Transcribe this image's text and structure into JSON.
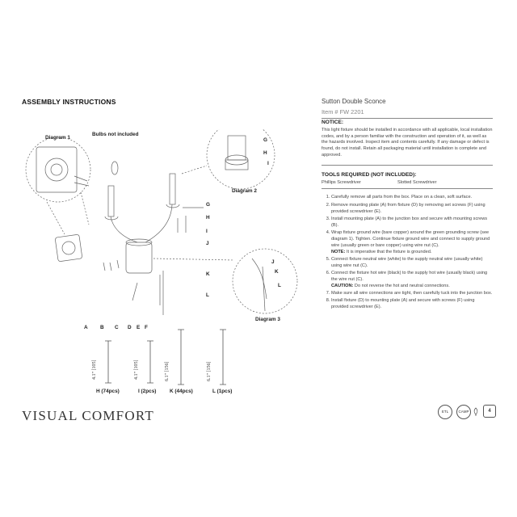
{
  "header": {
    "title": "ASSEMBLY INSTRUCTIONS",
    "product_name": "Sutton Double Sconce",
    "item_number": "Item # FW 2201"
  },
  "notice": {
    "title": "NOTICE:",
    "text": "This light fixture should be installed in accordance with all applicable, local installation codes, and by a person familiar with the construction and operation of it, as well as the hazards involved. Inspect item and contents carefully. If any damage or defect is found, do not install. Retain all packaging material until installation is complete and approved."
  },
  "tools": {
    "title": "TOOLS REQUIRED (NOT INCLUDED):",
    "items": [
      "Phillips Screwdriver",
      "Slotted Screwdriver"
    ]
  },
  "steps": [
    "Carefully remove all parts from the box. Place on a clean, soft surface.",
    "Remove mounting plate (A) from fixture (D) by removing set screws (F) using provided screwdriver (E).",
    "Install mounting plate (A) to the junction box and secure with mounting screws (B).",
    "Wrap fixture ground wire (bare copper) around the green grounding screw (see diagram 1). Tighten. Continue fixture ground wire and connect to supply ground wire (usually green or bare copper) using wire nut (C).",
    "Connect fixture neutral wire (white) to the supply neutral wire (usually white) using wire nut (C).",
    "Connect the fixture hot wire (black) to the supply hot wire (usually black) using the wire nut (C).",
    "Make sure all wire connections are tight, then carefully tuck into the junction box.",
    "Install fixture (D) to mounting plate (A) and secure with screws (F) using provided screwdriver (E)."
  ],
  "notes": {
    "note_label": "NOTE:",
    "note_text": "It is imperative that the fixture is grounded.",
    "caution_label": "CAUTION:",
    "caution_text": "Do not reverse the hot and neutral connections."
  },
  "diagram": {
    "diagram1_label": "Diagram 1",
    "diagram2_label": "Diagram 2",
    "diagram3_label": "Diagram 3",
    "bulbs_label": "Bulbs not included",
    "parts_letters": [
      "A",
      "B",
      "C",
      "D",
      "E",
      "F"
    ],
    "callout_letters": [
      "G",
      "H",
      "I",
      "J",
      "K",
      "L"
    ],
    "diagram2_letters": [
      "G",
      "H",
      "I"
    ],
    "diagram3_letters": [
      "J",
      "K",
      "L"
    ],
    "rods": [
      {
        "name": "H (74pcs)",
        "dim": "4.1\" [105]"
      },
      {
        "name": "I (2pcs)",
        "dim": "4.1\" [105]"
      },
      {
        "name": "K (44pcs)",
        "dim": "6.1\" [156]"
      },
      {
        "name": "L (1pcs)",
        "dim": "6.1\" [156]"
      }
    ]
  },
  "footer": {
    "brand": "VISUAL COMFORT",
    "cert_badge_1": "ETL",
    "cert_badge_2": "CAMP",
    "cert_badge_3": "4"
  }
}
